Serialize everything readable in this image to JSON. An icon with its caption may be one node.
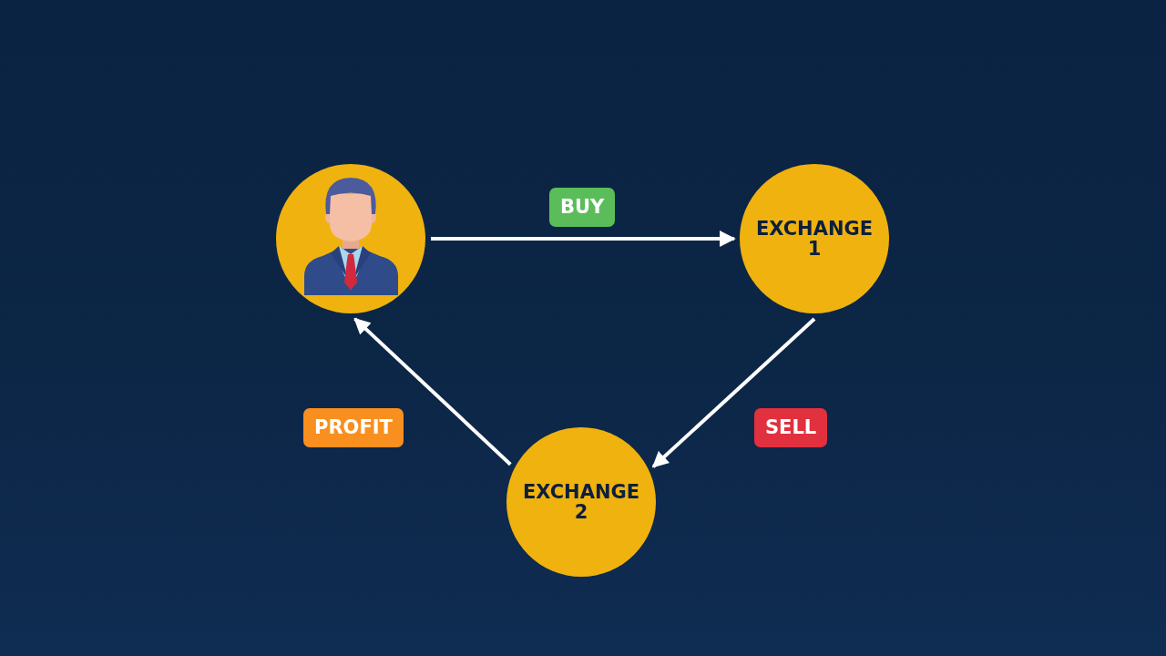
{
  "diagram": {
    "nodes": [
      {
        "text": [],
        "shape": "person"
      },
      {
        "text": [
          "EXCHANGE 1"
        ]
      },
      {
        "text": [
          "EXCHANGE 2"
        ]
      }
    ],
    "edges": [
      {
        "from": 0,
        "to": 1,
        "arrow": "to",
        "label": "BUY"
      },
      {
        "from": 1,
        "to": 2,
        "arrow": "to",
        "label": "SELL"
      },
      {
        "from": 2,
        "to": 0,
        "arrow": "to",
        "label": "PROFIT"
      }
    ]
  }
}
